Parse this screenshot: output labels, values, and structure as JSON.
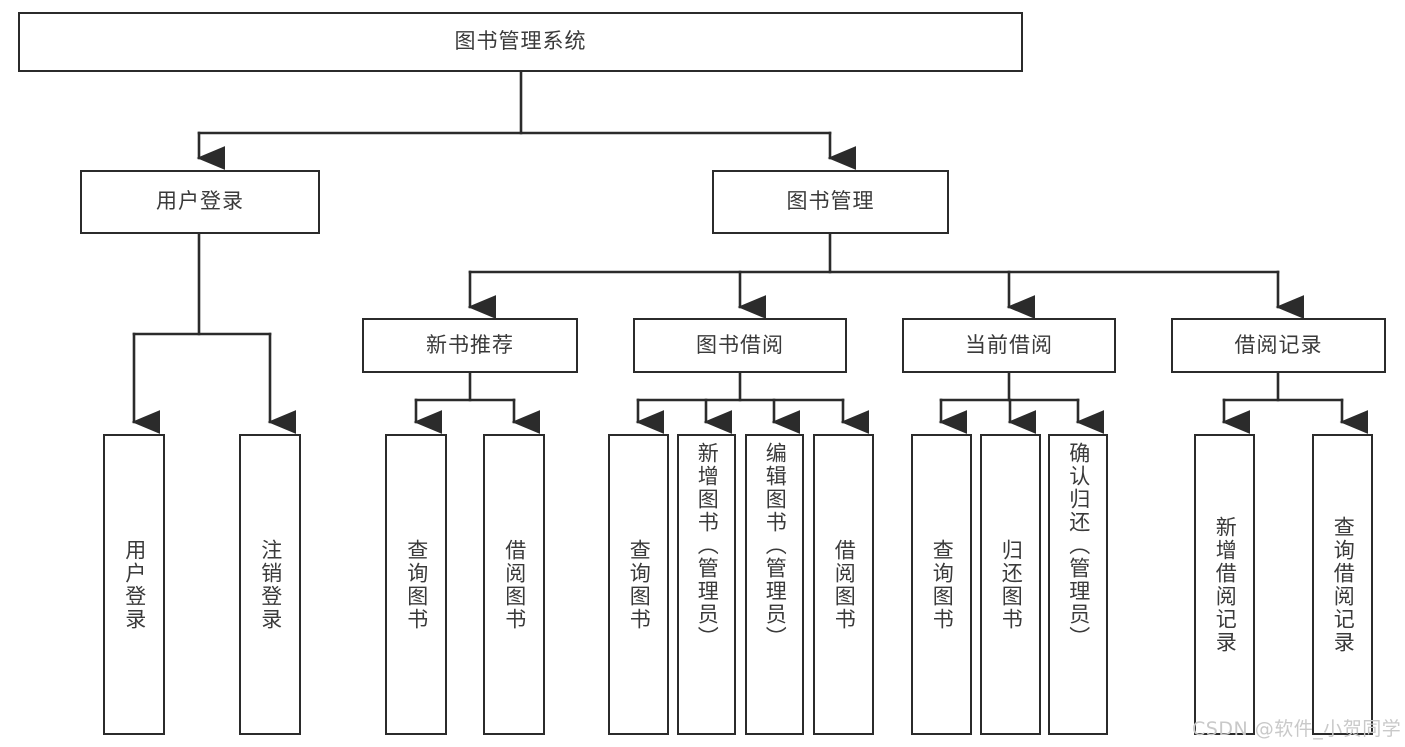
{
  "diagram": {
    "title": "图书管理系统",
    "type": "tree-hierarchy",
    "root": {
      "label": "图书管理系统"
    },
    "level2": [
      {
        "label": "用户登录"
      },
      {
        "label": "图书管理"
      }
    ],
    "level3": [
      {
        "label": "新书推荐"
      },
      {
        "label": "图书借阅"
      },
      {
        "label": "当前借阅"
      },
      {
        "label": "借阅记录"
      }
    ],
    "leaves": {
      "user_login": [
        {
          "label": "用户登录"
        },
        {
          "label": "注销登录"
        }
      ],
      "new_book_recommend": [
        {
          "label": "查询图书"
        },
        {
          "label": "借阅图书"
        }
      ],
      "book_borrow": [
        {
          "label": "查询图书"
        },
        {
          "label": "新增图书（管理员）"
        },
        {
          "label": "编辑图书（管理员）"
        },
        {
          "label": "借阅图书"
        }
      ],
      "current_borrow": [
        {
          "label": "查询图书"
        },
        {
          "label": "归还图书"
        },
        {
          "label": "确认归还（管理员）"
        }
      ],
      "borrow_record": [
        {
          "label": "新增借阅记录"
        },
        {
          "label": "查询借阅记录"
        }
      ]
    }
  },
  "watermark": {
    "text": "CSDN @软件_小贺同学"
  },
  "colors": {
    "stroke": "#2b2b2b",
    "text": "#3a3a3a",
    "background": "#ffffff",
    "watermark": "#c9c9c9"
  }
}
